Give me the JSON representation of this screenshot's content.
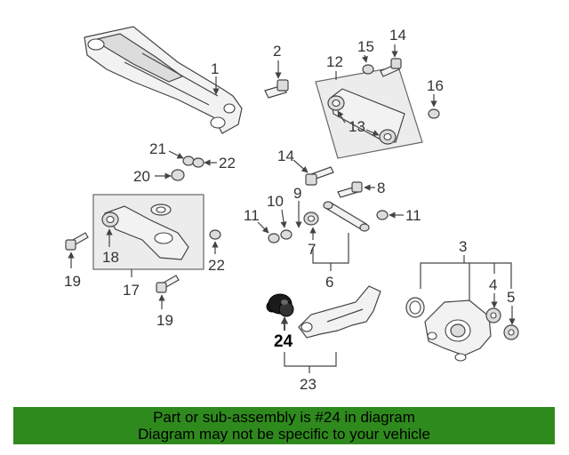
{
  "callouts": {
    "c1": "1",
    "c2": "2",
    "c3": "3",
    "c4": "4",
    "c5": "5",
    "c6": "6",
    "c7": "7",
    "c8": "8",
    "c9": "9",
    "c10": "10",
    "c11a": "11",
    "c11b": "11",
    "c12": "12",
    "c13": "13",
    "c14a": "14",
    "c14b": "14",
    "c15": "15",
    "c16": "16",
    "c17": "17",
    "c18": "18",
    "c19a": "19",
    "c19b": "19",
    "c20": "20",
    "c21": "21",
    "c22a": "22",
    "c22b": "22",
    "c23": "23",
    "c24": "24"
  },
  "banner": {
    "line1": "Part or sub-assembly is #24 in diagram",
    "line2": "Diagram may not be specific to your vehicle",
    "color": "#2f8a1d"
  }
}
